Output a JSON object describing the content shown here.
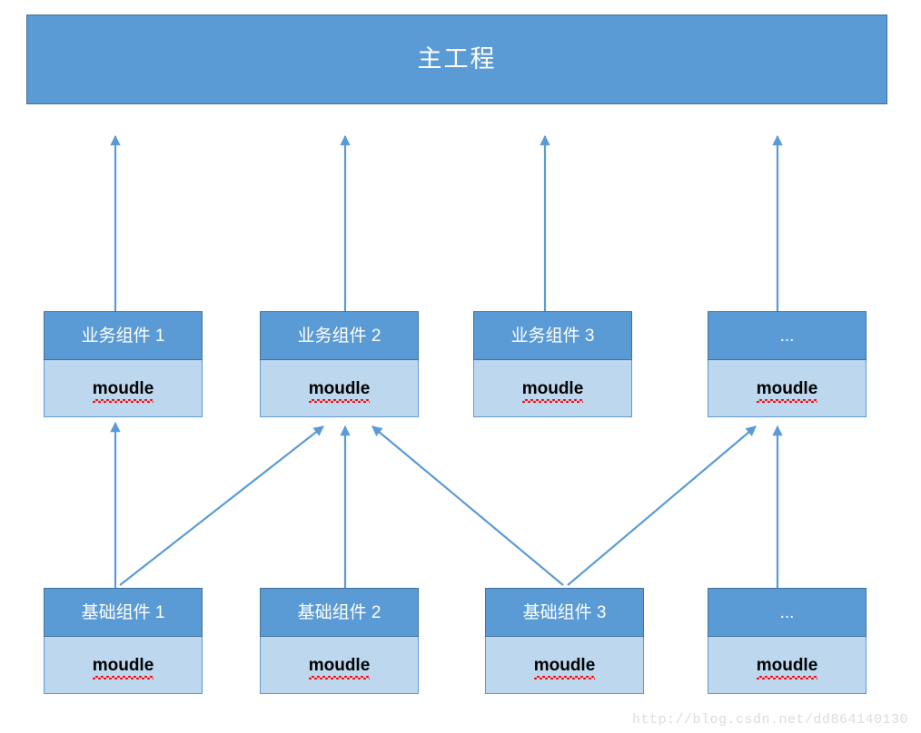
{
  "diagram": {
    "title_banner": {
      "label": "主工程",
      "fill": "#5B9BD5",
      "stroke": "#41719C",
      "text_color": "#FFFFFF"
    },
    "colors": {
      "header_fill": "#5B9BD5",
      "header_stroke": "#41719C",
      "body_fill": "#BDD7EE",
      "body_stroke": "#5B9BD5",
      "arrow": "#5B9BD5",
      "spellcheck_squiggle": "#FF0000",
      "watermark": "#DCDCDC",
      "background": "#FFFFFF"
    },
    "business_layer": [
      {
        "title": "业务组件 1",
        "module": "moudle"
      },
      {
        "title": "业务组件 2",
        "module": "moudle"
      },
      {
        "title": "业务组件 3",
        "module": "moudle"
      },
      {
        "title": "...",
        "module": "moudle"
      }
    ],
    "base_layer": [
      {
        "title": "基础组件 1",
        "module": "moudle"
      },
      {
        "title": "基础组件 2",
        "module": "moudle"
      },
      {
        "title": "基础组件 3",
        "module": "moudle"
      },
      {
        "title": "...",
        "module": "moudle"
      }
    ],
    "watermark": "http://blog.csdn.net/dd864140130"
  }
}
